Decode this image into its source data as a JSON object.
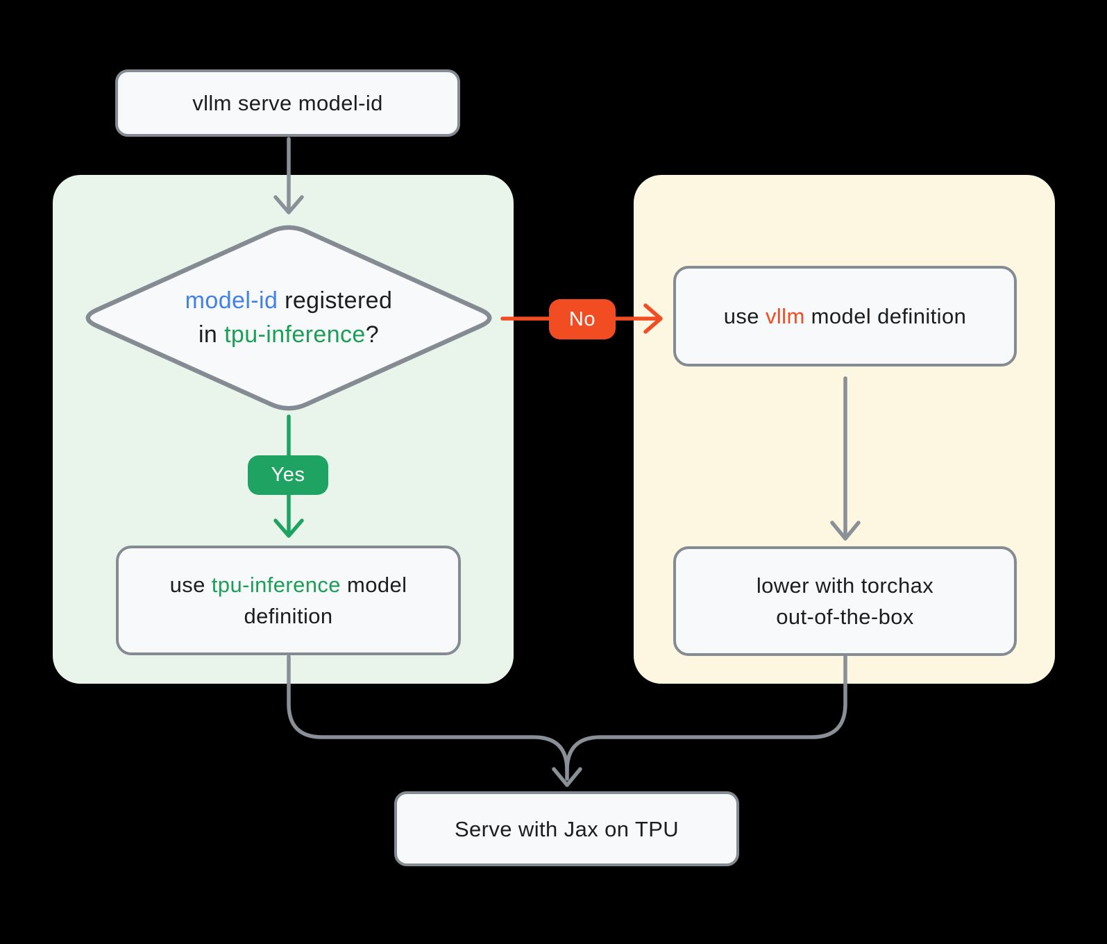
{
  "colors": {
    "ink": "#1c1d1f",
    "blue": "#4181ee",
    "green": "#1b9e55",
    "orange": "#f14c22",
    "yes_badge_bg": "#1fa363",
    "no_badge_bg": "#f14c22",
    "node_border": "#848b92",
    "connector_gray": "#8a9097",
    "panel_green_bg": "#e9f4ea",
    "panel_yellow_bg": "#fdf6e0",
    "node_fill": "#f8f9fa",
    "page_bg": "#000000"
  },
  "nodes": {
    "start": {
      "label": "vllm serve model-id"
    },
    "decision": {
      "lines": [
        [
          {
            "t": "model-id",
            "c": "blue"
          },
          {
            "t": " registered",
            "c": "ink"
          }
        ],
        [
          {
            "t": "in ",
            "c": "ink"
          },
          {
            "t": "tpu-inference",
            "c": "green"
          },
          {
            "t": "?",
            "c": "ink"
          }
        ]
      ]
    },
    "tpu_result": {
      "lines": [
        [
          {
            "t": "use ",
            "c": "ink"
          },
          {
            "t": "tpu-inference",
            "c": "green"
          },
          {
            "t": " model",
            "c": "ink"
          }
        ],
        [
          {
            "t": "definition",
            "c": "ink"
          }
        ]
      ]
    },
    "vllm_result": {
      "lines": [
        [
          {
            "t": "use ",
            "c": "ink"
          },
          {
            "t": "vllm",
            "c": "orange"
          },
          {
            "t": " model definition",
            "c": "ink"
          }
        ]
      ]
    },
    "torchax_result": {
      "lines": [
        [
          {
            "t": "lower with torchax",
            "c": "ink"
          }
        ],
        [
          {
            "t": "out-of-the-box",
            "c": "ink"
          }
        ]
      ]
    },
    "serve": {
      "label": "Serve with Jax on TPU"
    }
  },
  "edges": {
    "yes": "Yes",
    "no": "No"
  }
}
